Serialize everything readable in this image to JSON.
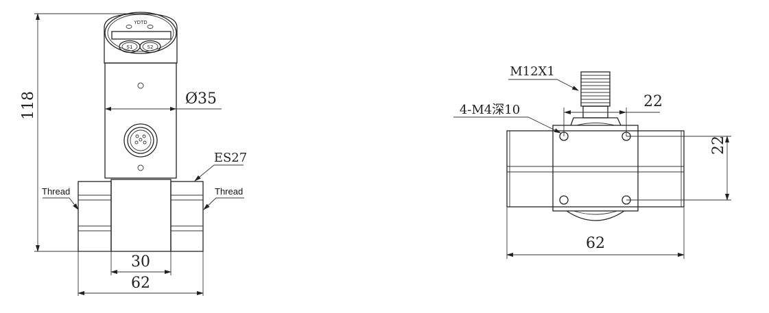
{
  "front_view": {
    "dim_height": "118",
    "dim_diameter": "Ø35",
    "dim_inner_width": "30",
    "dim_total_width": "62",
    "label_es": "ES27",
    "label_thread_left": "Thread",
    "label_thread_right": "Thread",
    "button_s1": "S1",
    "button_s2": "S2"
  },
  "side_view": {
    "label_connector": "M12X1",
    "label_holes": "4-M4深10",
    "dim_hole_spacing_h": "22",
    "dim_hole_spacing_v": "22",
    "dim_total_width": "62"
  }
}
